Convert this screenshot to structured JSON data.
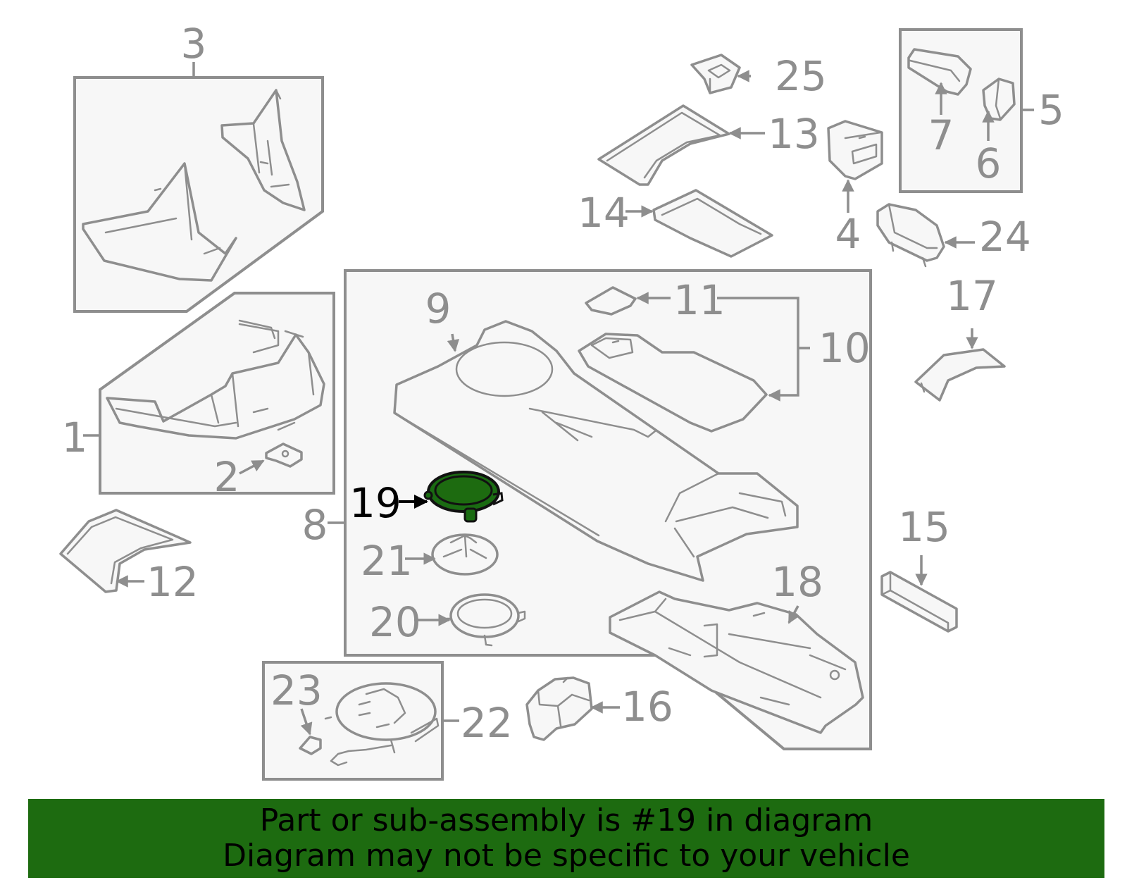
{
  "highlight_color": "#1d6b10",
  "diagram": {
    "highlighted_part": "19",
    "callouts": {
      "c1": "1",
      "c2": "2",
      "c3": "3",
      "c4": "4",
      "c5": "5",
      "c6": "6",
      "c7": "7",
      "c8": "8",
      "c9": "9",
      "c10": "10",
      "c11": "11",
      "c12": "12",
      "c13": "13",
      "c14": "14",
      "c15": "15",
      "c16": "16",
      "c17": "17",
      "c18": "18",
      "c19": "19",
      "c20": "20",
      "c21": "21",
      "c22": "22",
      "c23": "23",
      "c24": "24",
      "c25": "25"
    }
  },
  "banner": {
    "line1": "Part or sub-assembly is #19 in diagram",
    "line2": "Diagram may not be specific to your vehicle"
  }
}
